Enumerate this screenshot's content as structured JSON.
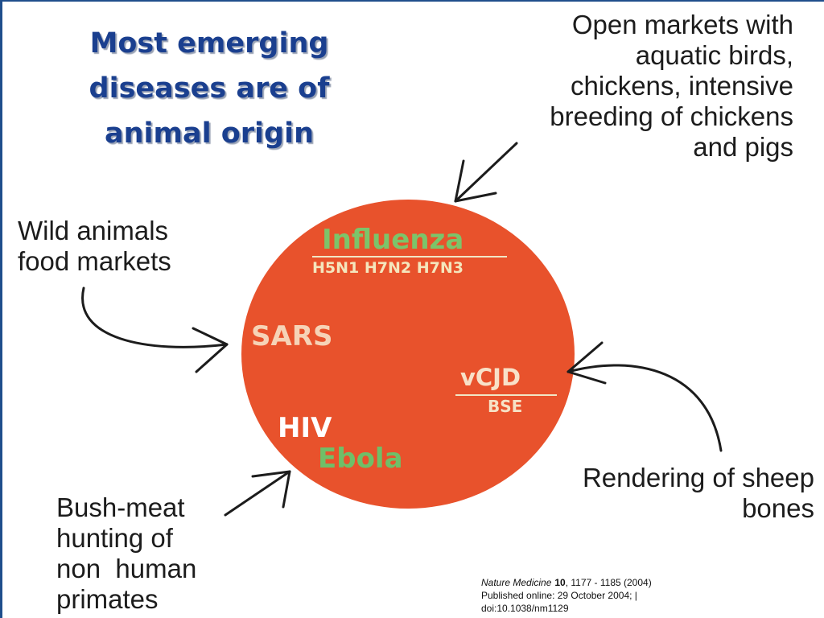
{
  "title": {
    "lines": [
      "Most emerging",
      "diseases are of",
      "animal origin"
    ]
  },
  "sources": {
    "open_markets": [
      "Open markets with",
      "aquatic birds,",
      "chickens, intensive",
      "breeding of chickens",
      "and pigs"
    ],
    "wild_animals": [
      "Wild animals",
      "food markets"
    ],
    "rendering": [
      "Rendering of sheep",
      "bones"
    ],
    "bush_meat": [
      "Bush-meat",
      "hunting of",
      "non  human",
      "primates"
    ]
  },
  "diseases": {
    "influenza": "Influenza",
    "influenza_strains": "H5N1 H7N2 H7N3",
    "sars": "SARS",
    "vcjd": "vCJD",
    "bse": "BSE",
    "hiv": "HIV",
    "ebola": "Ebola"
  },
  "citation": {
    "journal": "Nature Medicine",
    "volume": "10",
    "pages": ", 1177 - 1185 (2004)",
    "published": "Published online: 29 October 2004; |",
    "doi": "doi:10.1038/nm1129"
  },
  "colors": {
    "circle": "#e8522c",
    "title": "#1a3f8f",
    "influenza": "#7cc46a",
    "ebola": "#6fbf68"
  }
}
